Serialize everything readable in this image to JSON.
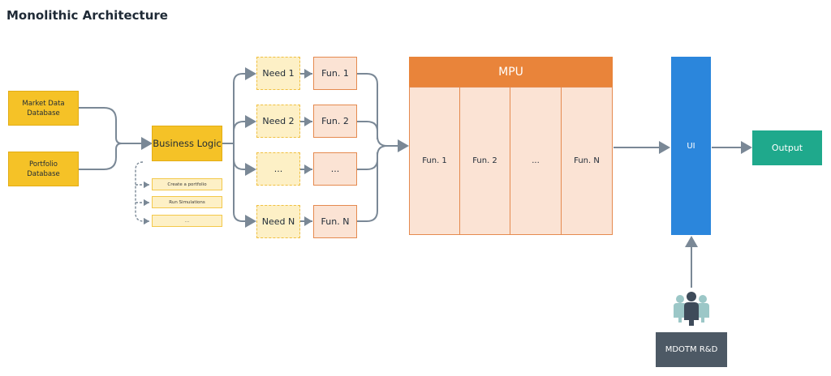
{
  "title": "Monolithic Architecture",
  "databases": {
    "market": "Market Data Database",
    "portfolio": "Portfolio Database"
  },
  "business_logic": "Business Logic",
  "sub_actions": [
    "Create a portfolio",
    "Run Simulations",
    "..."
  ],
  "needs": [
    "Need 1",
    "Need  2",
    "...",
    "Need N"
  ],
  "funs": [
    "Fun. 1",
    "Fun.  2",
    "...",
    "Fun. N"
  ],
  "mpu": {
    "title": "MPU",
    "columns": [
      "Fun. 1",
      "Fun. 2",
      "...",
      "Fun. N"
    ]
  },
  "ui": "UI",
  "output": "Output",
  "team": "MDOTM R&D",
  "colors": {
    "yellow": "#f5c227",
    "orange": "#e9843a",
    "peach": "#fbe3d4",
    "blue": "#2b86dc",
    "teal": "#1fa98c",
    "slate": "#4d5965",
    "connector": "#7a8896"
  },
  "icons": [
    "people-group-icon"
  ]
}
